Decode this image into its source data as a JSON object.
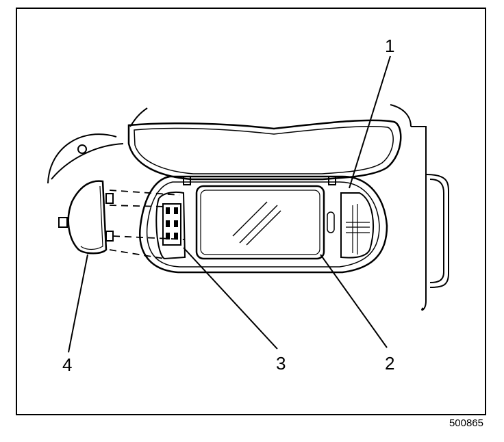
{
  "figure_id": "500865",
  "callouts": [
    {
      "id": "1",
      "text": "1"
    },
    {
      "id": "2",
      "text": "2"
    },
    {
      "id": "3",
      "text": "3"
    },
    {
      "id": "4",
      "text": "4"
    }
  ],
  "colors": {
    "line": "#000000",
    "background": "#ffffff"
  }
}
